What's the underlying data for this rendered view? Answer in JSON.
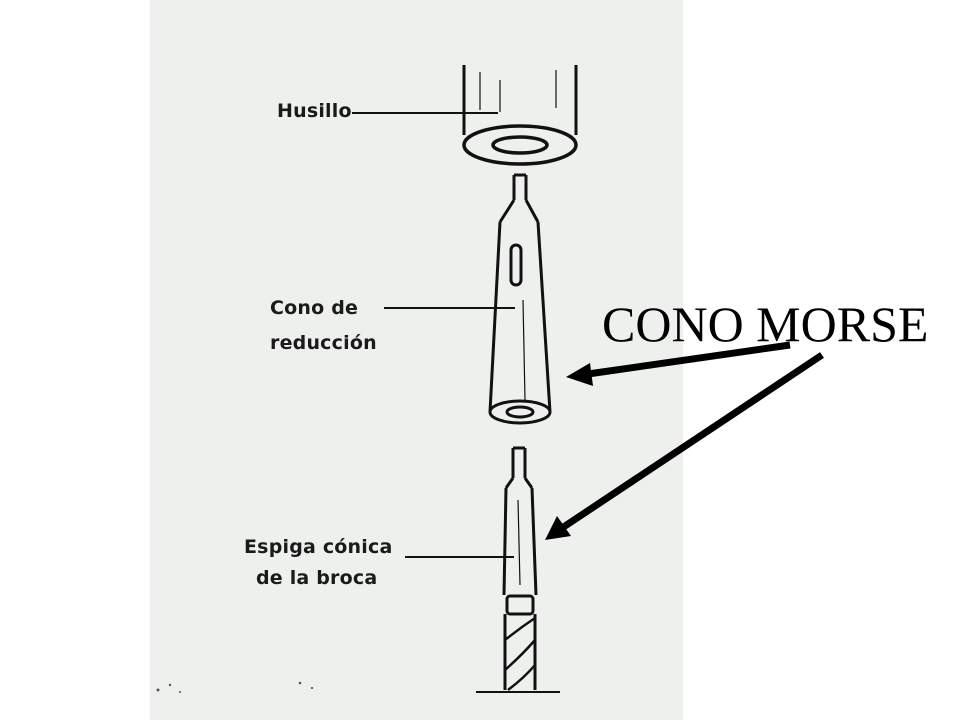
{
  "title": "CONO MORSE",
  "labels": {
    "spindle": "Husillo",
    "reducer_line1": "Cono de",
    "reducer_line2": "reducción",
    "shank_line1": "Espiga cónica",
    "shank_line2": "de la broca"
  },
  "colors": {
    "ink": "#111111",
    "scan_background": "#eef0ee",
    "page_background": "#ffffff"
  }
}
